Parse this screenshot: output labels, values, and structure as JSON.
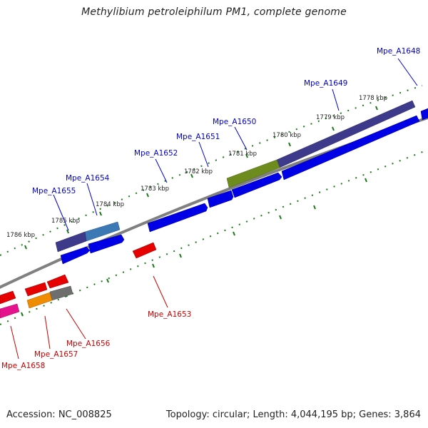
{
  "title": "Methylibium petroleiphilum PM1, complete genome",
  "footer": {
    "accession": "Accession: NC_008825",
    "summary": "Topology: circular; Length: 4,044,195 bp; Genes: 3,864"
  },
  "colors": {
    "forward_label": "#0000cc",
    "reverse_label": "#cc0000",
    "backbone": "#808080",
    "tick": "#1a7a1a",
    "gene_blue": "#0000e6",
    "gene_red": "#e60000",
    "gene_purple": "#3d3a8c",
    "gene_olive": "#6e8c1e",
    "gene_steel": "#3c78b4",
    "gene_orange": "#f08c00",
    "gene_gray": "#6e6e6e",
    "gene_pink": "#e6148c"
  },
  "scale_labels": [
    "1778 kbp",
    "1779 kbp",
    "1780 kbp",
    "1781 kbp",
    "1782 kbp",
    "1783 kbp",
    "1784 kbp",
    "1785 kbp",
    "1786 kbp"
  ],
  "forward_genes": [
    "Mpe_A1648",
    "Mpe_A1649",
    "Mpe_A1650",
    "Mpe_A1651",
    "Mpe_A1652",
    "Mpe_A1654",
    "Mpe_A1655"
  ],
  "reverse_genes": [
    "Mpe_A1653",
    "Mpe_A1656",
    "Mpe_A1657",
    "Mpe_A1658"
  ]
}
